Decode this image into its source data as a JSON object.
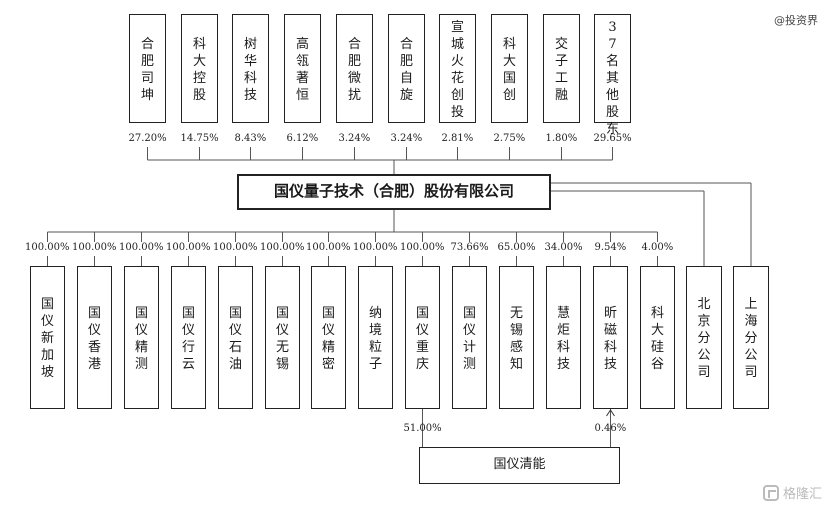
{
  "watermark_top": "@投资界",
  "watermark_bottom": "格隆汇",
  "company": "国仪量子技术（合肥）股份有限公司",
  "shareholders": [
    {
      "name": "合肥司坤",
      "pct": "27.20%"
    },
    {
      "name": "科大控股",
      "pct": "14.75%"
    },
    {
      "name": "树华科技",
      "pct": "8.43%"
    },
    {
      "name": "高瓴著恒",
      "pct": "6.12%"
    },
    {
      "name": "合肥微扰",
      "pct": "3.24%"
    },
    {
      "name": "合肥自旋",
      "pct": "3.24%"
    },
    {
      "name": "宣城火花创投",
      "pct": "2.81%"
    },
    {
      "name": "科大国创",
      "pct": "2.75%"
    },
    {
      "name": "交子工融",
      "pct": "1.80%"
    },
    {
      "name": "37名其他股东",
      "pct": "29.65%"
    }
  ],
  "subsidiaries": [
    {
      "name": "国仪新加坡",
      "pct": "100.00%"
    },
    {
      "name": "国仪香港",
      "pct": "100.00%"
    },
    {
      "name": "国仪精测",
      "pct": "100.00%"
    },
    {
      "name": "国仪行云",
      "pct": "100.00%"
    },
    {
      "name": "国仪石油",
      "pct": "100.00%"
    },
    {
      "name": "国仪无锡",
      "pct": "100.00%"
    },
    {
      "name": "国仪精密",
      "pct": "100.00%"
    },
    {
      "name": "纳境粒子",
      "pct": "100.00%"
    },
    {
      "name": "国仪重庆",
      "pct": "100.00%"
    },
    {
      "name": "国仪计测",
      "pct": "73.66%"
    },
    {
      "name": "无锡感知",
      "pct": "65.00%"
    },
    {
      "name": "慧炬科技",
      "pct": "34.00%"
    },
    {
      "name": "昕磁科技",
      "pct": "9.54%"
    },
    {
      "name": "科大硅谷",
      "pct": "4.00%"
    }
  ],
  "branches": [
    {
      "name": "北京分公司"
    },
    {
      "name": "上海分公司"
    }
  ],
  "bottom_entity": {
    "name": "国仪清能",
    "links": [
      {
        "from": "国仪重庆",
        "pct": "51.00%"
      },
      {
        "from": "昕磁科技",
        "pct": "0.46%"
      }
    ]
  }
}
